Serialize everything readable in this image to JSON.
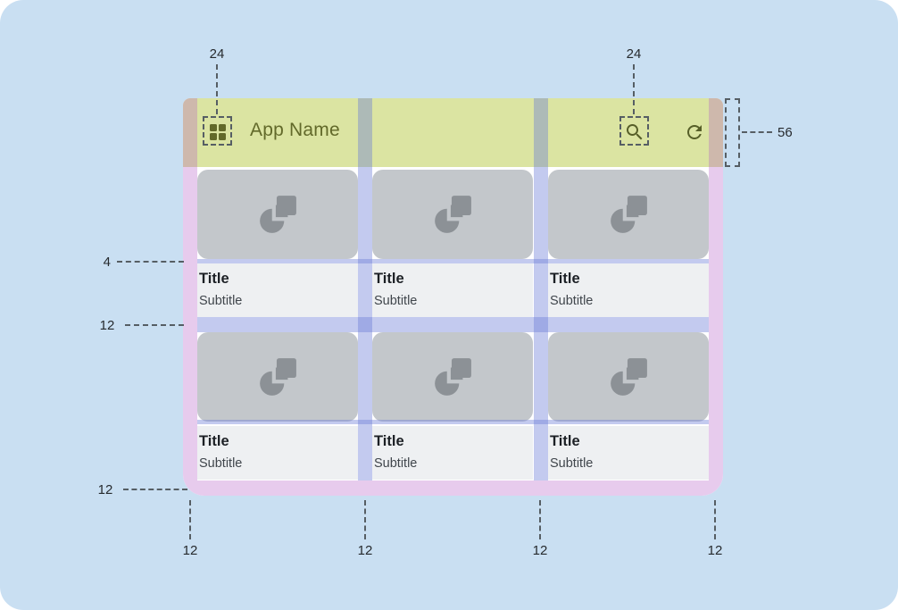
{
  "appbar": {
    "title": "App Name",
    "icons": [
      "apps-grid-icon",
      "search-icon",
      "refresh-icon"
    ]
  },
  "cards": [
    {
      "title": "Title",
      "subtitle": "Subtitle"
    },
    {
      "title": "Title",
      "subtitle": "Subtitle"
    },
    {
      "title": "Title",
      "subtitle": "Subtitle"
    },
    {
      "title": "Title",
      "subtitle": "Subtitle"
    },
    {
      "title": "Title",
      "subtitle": "Subtitle"
    },
    {
      "title": "Title",
      "subtitle": "Subtitle"
    }
  ],
  "annotations": {
    "icon_left_size": "24",
    "icon_right_size": "24",
    "appbar_height": "56",
    "image_text_gap": "4",
    "row_gutter": "12",
    "bottom_margin": "12",
    "bottom_measures": [
      "12",
      "12",
      "12",
      "12"
    ]
  },
  "colors": {
    "canvas_background": "#c9dff2",
    "appbar_background": "#dbe4a2",
    "appbar_accent_text": "#62692a",
    "image_placeholder": "#c3c7cb",
    "placeholder_glyph": "#8c9196",
    "margin_overlay_purple": "rgba(176,82,196,0.30)",
    "gutter_overlay_blue": "rgba(106,122,214,0.40)"
  }
}
